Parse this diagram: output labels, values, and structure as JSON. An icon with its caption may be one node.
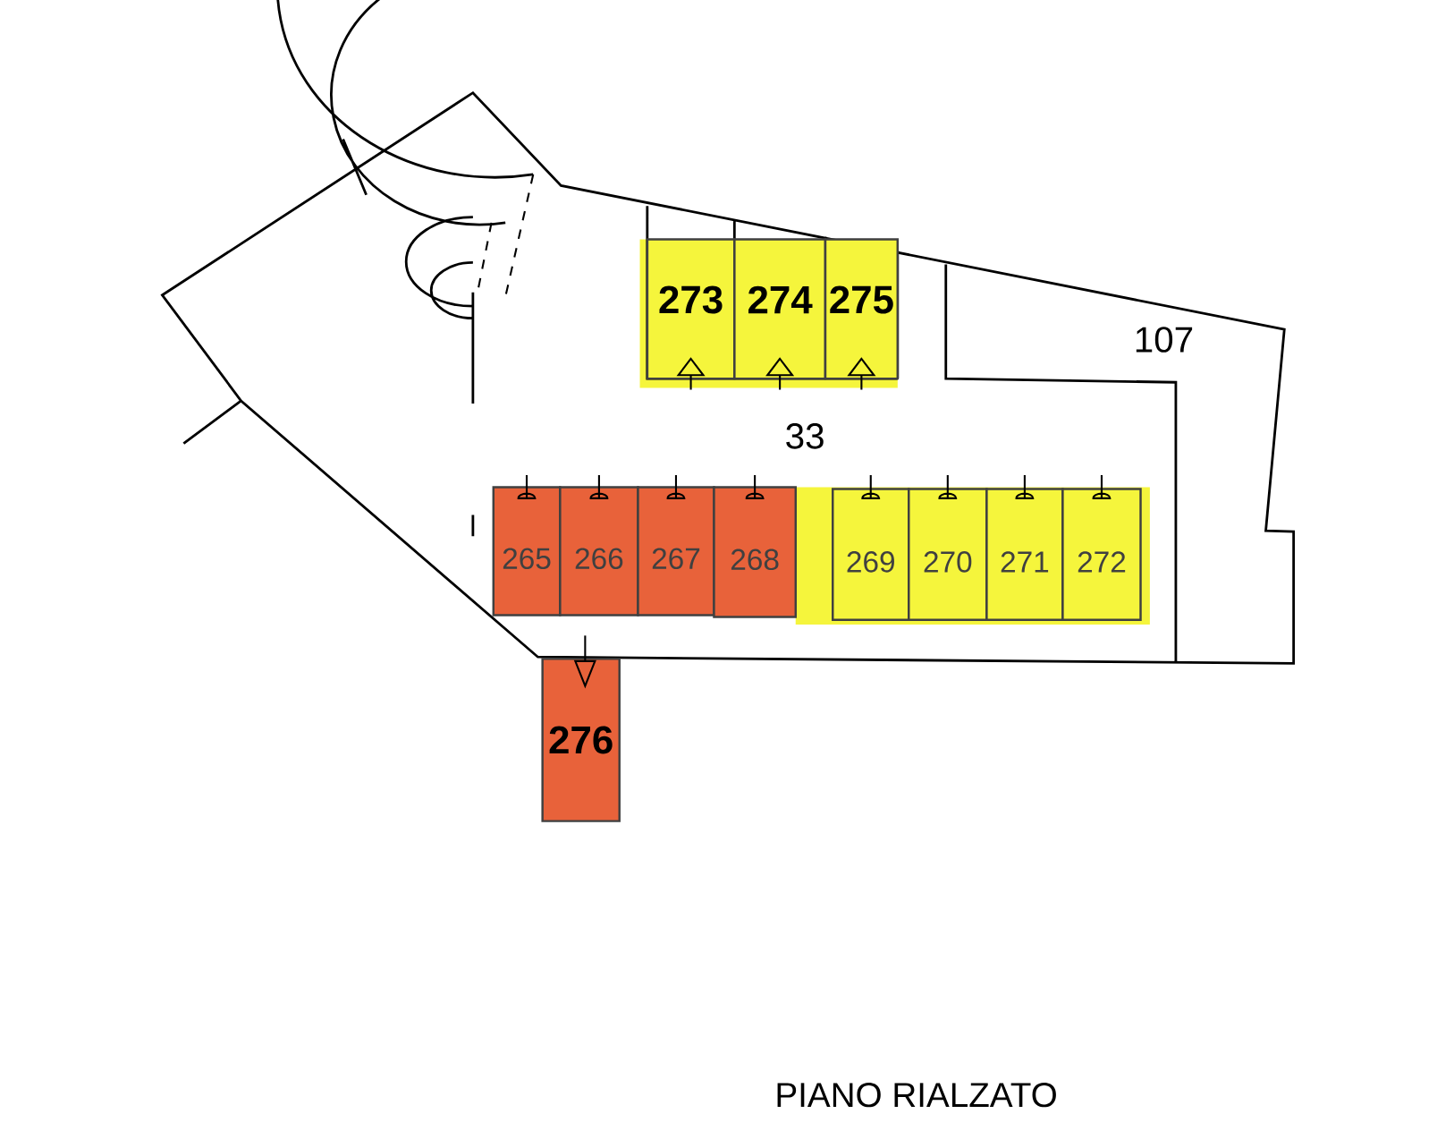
{
  "diagram": {
    "caption": "PIANO RIALZATO",
    "nodes": [
      {
        "text": [
          "273"
        ]
      },
      {
        "text": [
          "274"
        ]
      },
      {
        "text": [
          "275"
        ]
      },
      {
        "text": [
          "265"
        ]
      },
      {
        "text": [
          "266"
        ]
      },
      {
        "text": [
          "267"
        ]
      },
      {
        "text": [
          "268"
        ]
      },
      {
        "text": [
          "269"
        ]
      },
      {
        "text": [
          "270"
        ]
      },
      {
        "text": [
          "271"
        ]
      },
      {
        "text": [
          "272"
        ]
      },
      {
        "text": [
          "276"
        ]
      }
    ],
    "labels": [
      "107",
      "33"
    ]
  }
}
